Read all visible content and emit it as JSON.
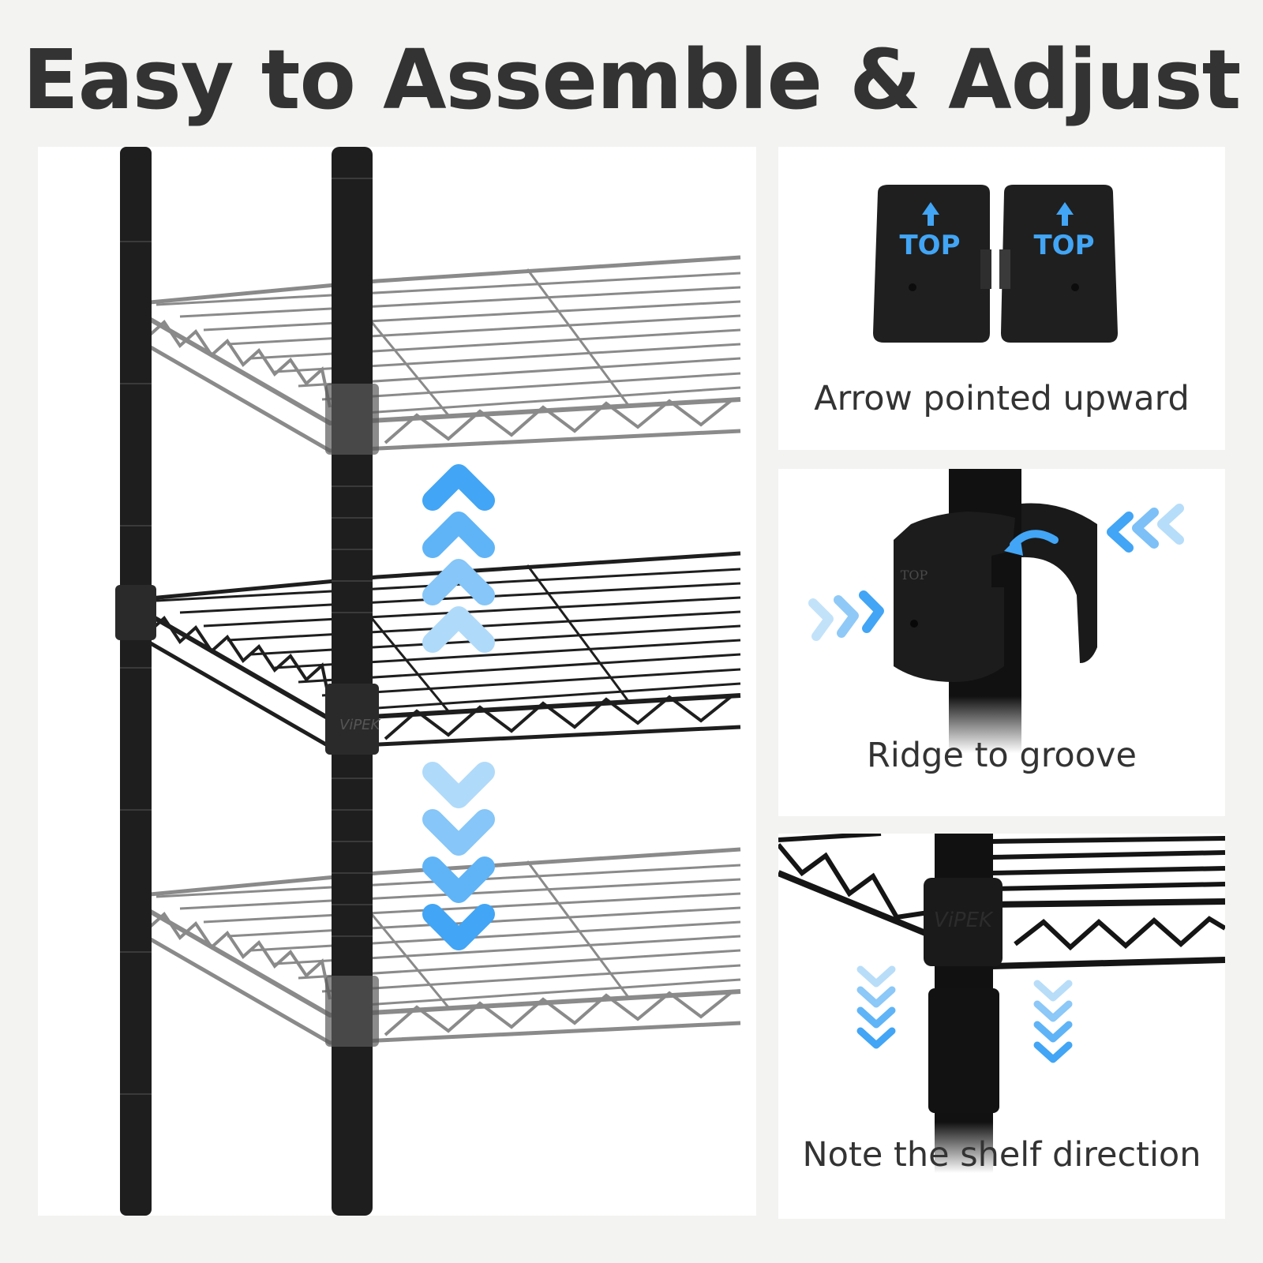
{
  "title": "Easy to Assemble & Adjust",
  "panels": {
    "sleeves": {
      "caption": "Arrow pointed upward",
      "sleeve_label_left": "TOP",
      "sleeve_label_right": "TOP"
    },
    "clip": {
      "caption": "Ridge to groove",
      "clip_label": "TOP"
    },
    "shelf": {
      "caption": "Note the shelf direction",
      "brand_text": "ViPEK"
    }
  },
  "main": {
    "brand_text": "ViPEK",
    "icons": [
      "chevron-up-icon",
      "chevron-down-icon"
    ]
  },
  "colors": {
    "accent": "#42a5f5",
    "accent_light": "#a9d6f8",
    "rack": "#1e1e1e",
    "rack_ghost": "#8a8a8a",
    "background": "#f3f3f1",
    "panel": "#ffffff",
    "text": "#333333"
  }
}
